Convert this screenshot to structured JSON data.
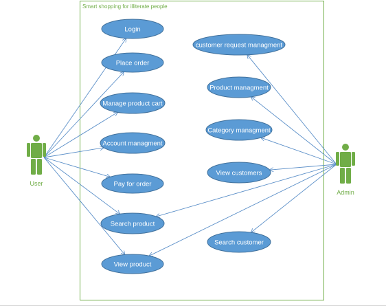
{
  "diagram": {
    "system_title": "Smart shopping for illiterate people",
    "actors": [
      {
        "id": "user",
        "label": "User"
      },
      {
        "id": "admin",
        "label": "Admin"
      }
    ],
    "use_cases": [
      {
        "id": "login",
        "label": "Login"
      },
      {
        "id": "place-order",
        "label": "Place order"
      },
      {
        "id": "manage-product-cart",
        "label": "Manage product cart"
      },
      {
        "id": "account-managment",
        "label": "Account managment"
      },
      {
        "id": "pay-for-order",
        "label": "Pay for order"
      },
      {
        "id": "search-product",
        "label": "Search product"
      },
      {
        "id": "view-product",
        "label": "View product"
      },
      {
        "id": "customer-request-managment",
        "label": "customer request managment"
      },
      {
        "id": "product-managment",
        "label": "Product managment"
      },
      {
        "id": "category-managment",
        "label": "Category managment"
      },
      {
        "id": "view-customers",
        "label": "View customers"
      },
      {
        "id": "search-customer",
        "label": "Search customer"
      }
    ],
    "associations": [
      {
        "from": "user",
        "to": "login"
      },
      {
        "from": "user",
        "to": "place-order"
      },
      {
        "from": "user",
        "to": "manage-product-cart"
      },
      {
        "from": "user",
        "to": "account-managment"
      },
      {
        "from": "user",
        "to": "pay-for-order"
      },
      {
        "from": "user",
        "to": "search-product"
      },
      {
        "from": "user",
        "to": "view-product"
      },
      {
        "from": "admin",
        "to": "customer-request-managment"
      },
      {
        "from": "admin",
        "to": "product-managment"
      },
      {
        "from": "admin",
        "to": "category-managment"
      },
      {
        "from": "admin",
        "to": "view-customers"
      },
      {
        "from": "admin",
        "to": "search-customer"
      },
      {
        "from": "admin",
        "to": "search-product"
      },
      {
        "from": "admin",
        "to": "view-product"
      }
    ]
  },
  "colors": {
    "use_case_fill": "#5b9bd5",
    "use_case_stroke": "#41719c",
    "line": "#5b8fc8",
    "actor": "#70ad47",
    "boundary": "#70ad47",
    "title_text": "#70ad47",
    "actor_text": "#70ad47"
  }
}
